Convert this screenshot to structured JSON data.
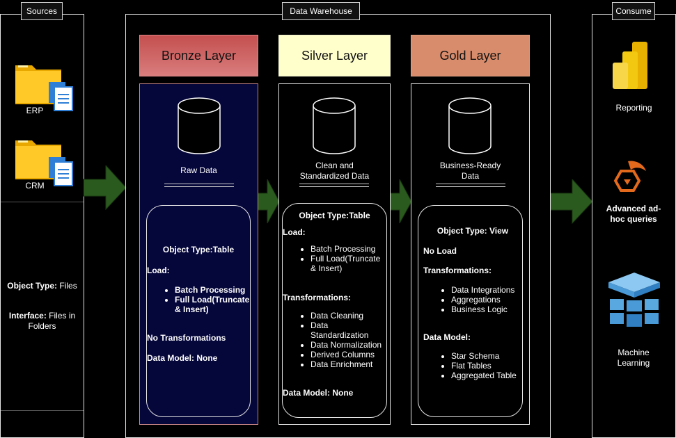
{
  "colors": {
    "bronze_header": "#cc5b5b",
    "silver_header": "#ffffcc",
    "gold_header": "#d88c6b",
    "bronze_card": "#05063a",
    "arrow": "#2b5a1e",
    "powerbi": "#f2c811",
    "ml_blue": "#5aa8e0"
  },
  "sources": {
    "tag": "Sources",
    "items": [
      {
        "label": "ERP",
        "icon": "folder-with-files-icon"
      },
      {
        "label": "CRM",
        "icon": "folder-with-files-icon"
      }
    ],
    "object_type_label": "Object Type:",
    "object_type_value": " Files",
    "interface_label": "Interface:",
    "interface_value": " Files in Folders"
  },
  "warehouse": {
    "tag": "Data Warehouse",
    "bronze": {
      "title": "Bronze Layer",
      "db_label": "Raw Data",
      "object_type": "Object Type:Table",
      "load_label": "Load:",
      "load_items": [
        "Batch Processing",
        "Full Load(Truncate & Insert)"
      ],
      "transformations_label": "No Transformations",
      "data_model": "Data Model: None"
    },
    "silver": {
      "title": "Silver Layer",
      "db_label_1": "Clean and",
      "db_label_2": "Standardized Data",
      "object_type": "Object Type:Table",
      "load_label": "Load:",
      "load_items": [
        "Batch Processing",
        "Full Load(Truncate & Insert)"
      ],
      "transformations_label": "Transformations:",
      "transformation_items": [
        "Data Cleaning",
        "Data Standardization",
        "Data Normalization",
        "Derived Columns",
        "Data Enrichment"
      ],
      "data_model": "Data Model: None"
    },
    "gold": {
      "title": "Gold Layer",
      "db_label_1": "Business-Ready",
      "db_label_2": "Data",
      "object_type": "Object Type: View",
      "load_label": "No Load",
      "transformations_label": "Transformations:",
      "transformation_items": [
        "Data Integrations",
        "Aggregations",
        "Business Logic"
      ],
      "data_model_label": "Data Model:",
      "data_model_items": [
        "Star Schema",
        "Flat Tables",
        "Aggregated Table"
      ]
    }
  },
  "consume": {
    "tag": "Consume",
    "items": [
      {
        "label": "Reporting",
        "icon": "power-bi-icon"
      },
      {
        "label": "Advanced ad-hoc queries",
        "icon": "ad-hoc-query-icon"
      },
      {
        "label": "Machine Learning",
        "icon": "machine-learning-cubes-icon"
      }
    ]
  }
}
